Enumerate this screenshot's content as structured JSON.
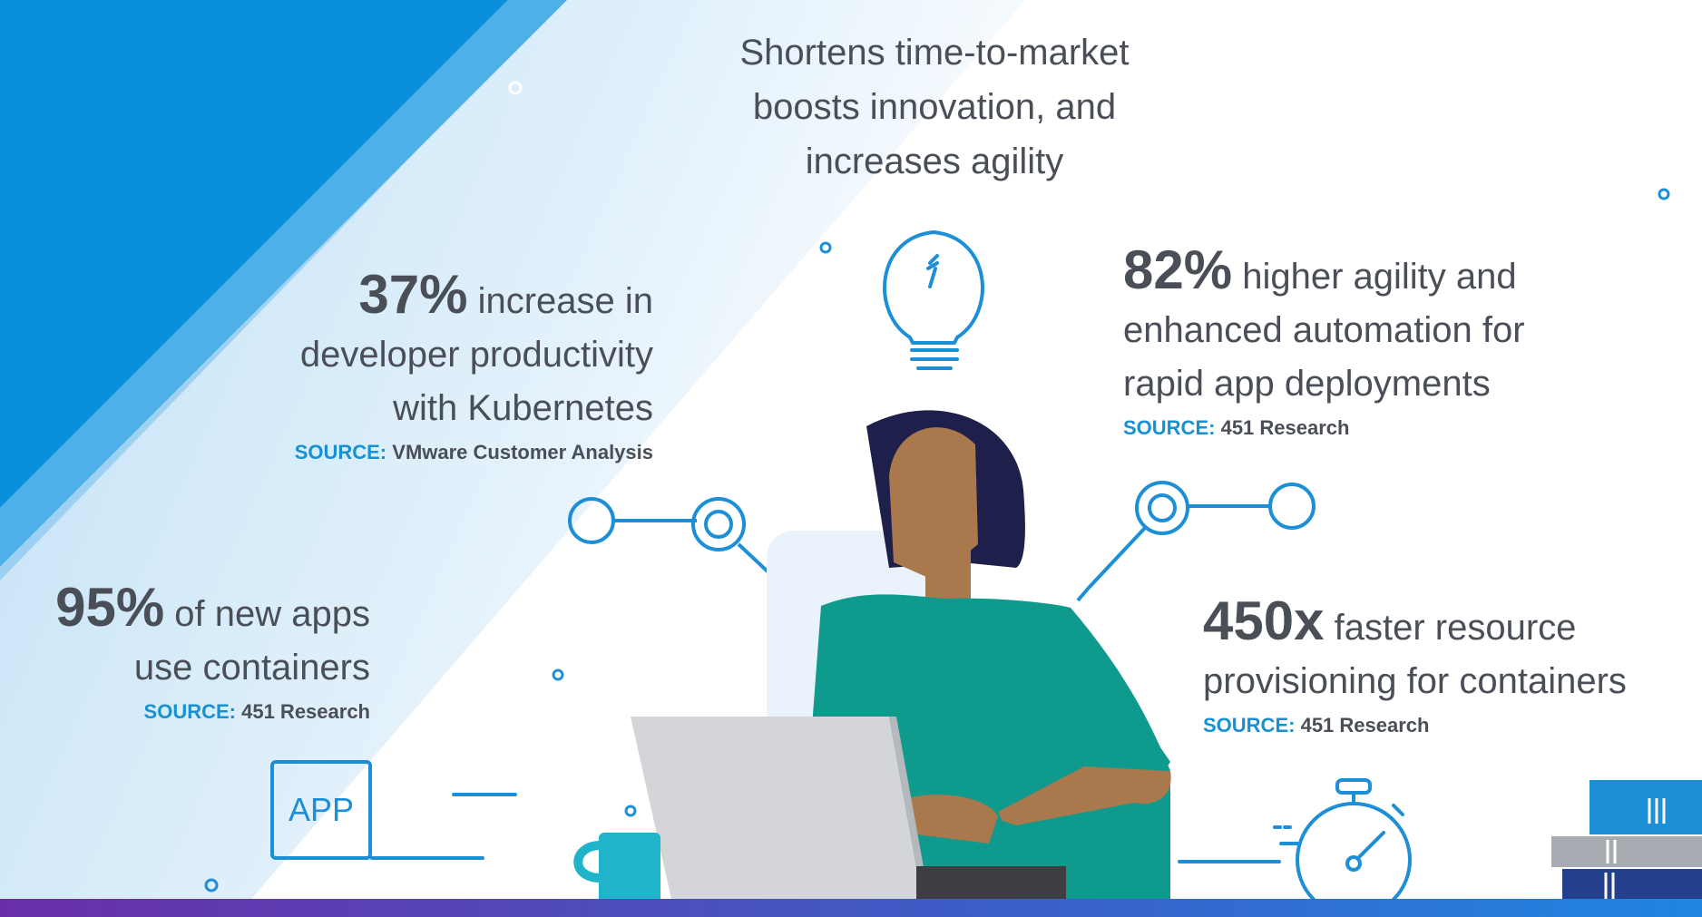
{
  "headline": "Shortens time-to-market\nboosts innovation, and\nincreases agility",
  "stats": {
    "developer_productivity": {
      "value": "37%",
      "text_line1": "increase in",
      "text_line2": "developer productivity",
      "text_line3": "with Kubernetes",
      "source_label": "SOURCE:",
      "source": "VMware Customer Analysis"
    },
    "agility": {
      "value": "82%",
      "text_line1": "higher agility and",
      "text_line2": "enhanced automation for",
      "text_line3": "rapid app deployments",
      "source_label": "SOURCE:",
      "source": "451 Research"
    },
    "containers": {
      "value": "95%",
      "text_line1": "of new apps",
      "text_line2": "use containers",
      "source_label": "SOURCE:",
      "source": "451 Research"
    },
    "provisioning": {
      "value": "450x",
      "text_line1": "faster resource",
      "text_line2": "provisioning for containers",
      "source_label": "SOURCE:",
      "source": "451 Research"
    }
  },
  "app_icon_label": "APP",
  "colors": {
    "accent_blue": "#1c8fd6",
    "dark_blue": "#0a86d8",
    "text_gray": "#4a4f57",
    "shirt_teal": "#0f9a8e",
    "hair_navy": "#1e1f4a",
    "skin": "#a9784c"
  },
  "icons": [
    "lightbulb-icon",
    "stopwatch-icon",
    "app-icon",
    "coffee-mug-icon",
    "laptop-icon",
    "books-icon",
    "connector-node-icon"
  ]
}
